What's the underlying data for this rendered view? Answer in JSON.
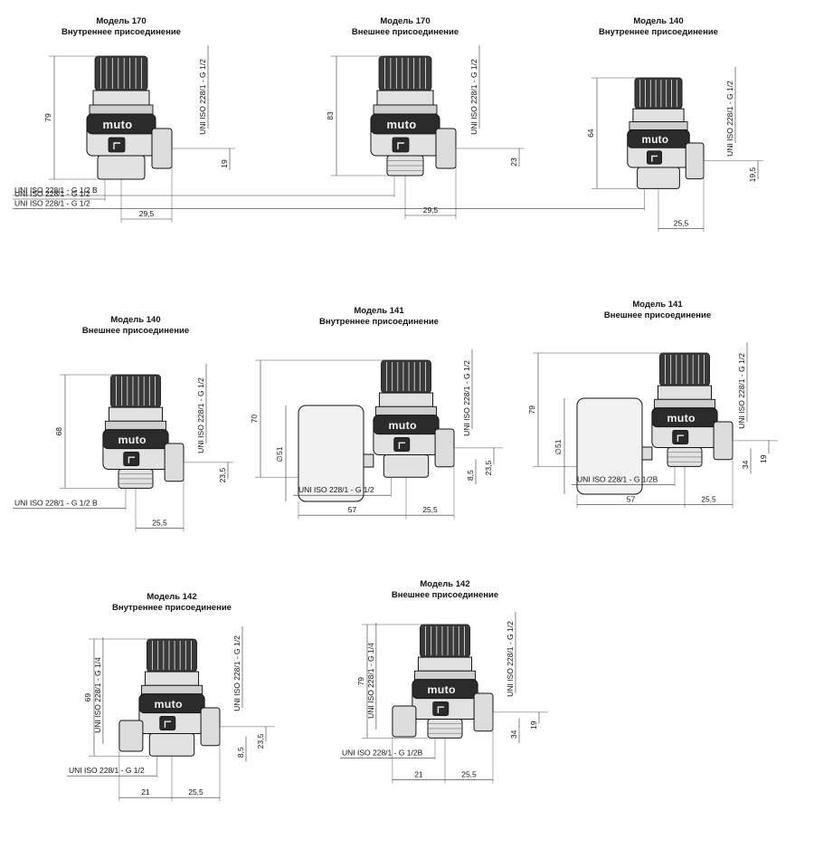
{
  "brand": "muto",
  "models": [
    {
      "id": "170-int",
      "title": "Модель 170",
      "subtitle": "Внутреннее присоединение",
      "labels": {
        "height": "79",
        "top_thread": "UNI ISO 228/1 - G 1/2",
        "side_dim": "19",
        "width_dim": "29,5",
        "bottom_thread": "UNI ISO 228/1 - G 1/2"
      }
    },
    {
      "id": "170-ext",
      "title": "Модель 170",
      "subtitle": "Внешнее присоединение",
      "labels": {
        "height": "83",
        "top_thread": "UNI ISO 228/1 - G 1/2",
        "side_dim": "23",
        "width_dim": "29,5",
        "bottom_thread": "UNI ISO 228/1 - G 1/2 B"
      }
    },
    {
      "id": "140-int",
      "title": "Модель 140",
      "subtitle": "Внутреннее присоединение",
      "labels": {
        "height": "64",
        "top_thread": "UNI ISO 228/1 - G 1/2",
        "side_dim": "19,5",
        "width_dim": "25,5",
        "bottom_thread": "UNI ISO 228/1 - G 1/2"
      }
    },
    {
      "id": "140-ext",
      "title": "Модель 140",
      "subtitle": "Внешнее присоединение",
      "labels": {
        "height": "68",
        "top_thread": "UNI ISO 228/1 - G 1/2",
        "side_dim": "23,5",
        "width_dim": "25,5",
        "bottom_thread": "UNI ISO 228/1 - G 1/2 B"
      }
    },
    {
      "id": "141-int",
      "title": "Модель 141",
      "subtitle": "Внутреннее присоединение",
      "labels": {
        "height": "70",
        "diameter": "∅51",
        "top_thread": "UNI ISO 228/1 - G 1/2",
        "side_dim": "23,5",
        "side_dim2": "8,5",
        "gauge_dim": "57",
        "width_dim": "25,5",
        "bottom_thread": "UNI ISO 228/1 - G 1/2"
      }
    },
    {
      "id": "141-ext",
      "title": "Модель 141",
      "subtitle": "Внешнее присоединение",
      "labels": {
        "height": "79",
        "diameter": "∅51",
        "top_thread": "UNI ISO 228/1 - G 1/2",
        "side_dim": "19",
        "side_dim2": "34",
        "gauge_dim": "57",
        "width_dim": "25,5",
        "bottom_thread": "UNI ISO 228/1 - G 1/2B"
      }
    },
    {
      "id": "142-int",
      "title": "Модель 142",
      "subtitle": "Внутреннее присоединение",
      "labels": {
        "height": "69",
        "top_thread": "UNI ISO 228/1 - G 1/2",
        "left_thread": "UNI ISO 228/1 - G 1/4",
        "side_dim": "23,5",
        "side_dim2": "8,5",
        "left_dim": "21",
        "width_dim": "25,5",
        "bottom_thread": "UNI ISO 228/1 - G 1/2"
      }
    },
    {
      "id": "142-ext",
      "title": "Модель 142",
      "subtitle": "Внешнее присоединение",
      "labels": {
        "height": "79",
        "top_thread": "UNI ISO 228/1 - G 1/2",
        "left_thread": "UNI ISO 228/1 - G 1/4",
        "side_dim": "19",
        "side_dim2": "34",
        "left_dim": "21",
        "width_dim": "25,5",
        "bottom_thread": "UNI ISO 228/1 - G 1/2B"
      }
    }
  ]
}
